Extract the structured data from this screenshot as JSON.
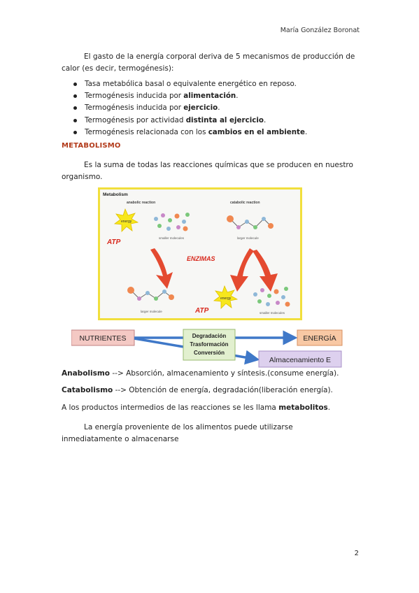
{
  "header": {
    "author": "María González Boronat"
  },
  "intro": "El gasto de la energía corporal deriva de 5 mecanismos de producción de calor (es decir, termogénesis):",
  "bullets": [
    {
      "pre": "Tasa metabólica basal o equivalente energético en reposo.",
      "bold": "",
      "post": ""
    },
    {
      "pre": "Termogénesis inducida por ",
      "bold": "alimentación",
      "post": "."
    },
    {
      "pre": "Termogénesis inducida por ",
      "bold": "ejercicio",
      "post": "."
    },
    {
      "pre": "Termogénesis por actividad ",
      "bold": "distinta al ejercicio",
      "post": "."
    },
    {
      "pre": "Termogénesis relacionada con los ",
      "bold": "cambios en el ambiente",
      "post": "."
    }
  ],
  "section_title": "METABOLISMO",
  "definition": "Es la suma de todas las reacciones químicas que se producen en nuestro organismo.",
  "figure": {
    "title": "Metabolism",
    "anabolic": "anabolic reaction",
    "catabolic": "catabolic reaction",
    "energy": "energy",
    "atp": "ATP",
    "smaller": "smaller molecules",
    "larger": "larger molecule",
    "enzimas": "ENZIMAS"
  },
  "flow": {
    "nutrientes": "NUTRIENTES",
    "degradacion": "Degradación",
    "trasformacion": "Trasformación",
    "conversion": "Conversión",
    "energia": "ENERGÍA",
    "almacenamiento": "Almacenamiento E"
  },
  "anabolismo": {
    "term": "Anabolismo",
    "text": " --> Absorción, almacenamiento y síntesis.(consume energía)."
  },
  "catabolismo": {
    "term": "Catabolismo",
    "text": " --> Obtención de energía, degradación(liberación energía)."
  },
  "metabolitos": {
    "pre": "A los productos intermedios de las reacciones se les llama ",
    "bold": "metabolitos",
    "post": "."
  },
  "closing": "La energía proveniente de los alimentos puede utilizarse inmediatamente o almacenarse",
  "page_number": "2",
  "colors": {
    "accent": "#b23a1a",
    "fig_border": "#f1df3c",
    "nutrientes_fill": "#f4c9c4",
    "energia_fill": "#f8c8a4",
    "almac_fill": "#ddd0ee",
    "center_fill": "#e2f0cf",
    "arrow": "#3f78c8"
  }
}
